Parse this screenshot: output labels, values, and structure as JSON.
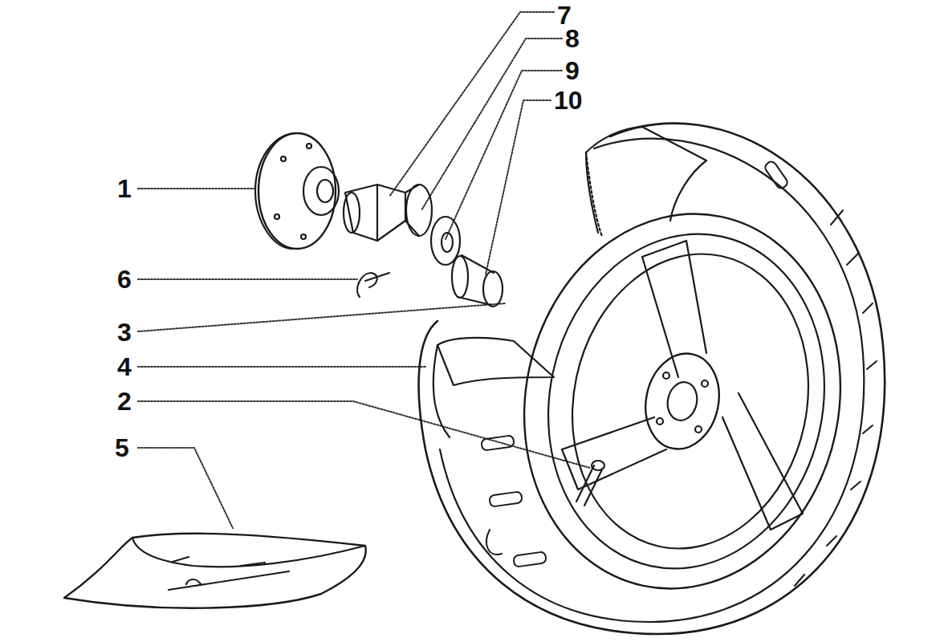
{
  "diagram": {
    "labels": [
      "7",
      "8",
      "9",
      "10",
      "1",
      "6",
      "3",
      "4",
      "2",
      "5"
    ]
  }
}
